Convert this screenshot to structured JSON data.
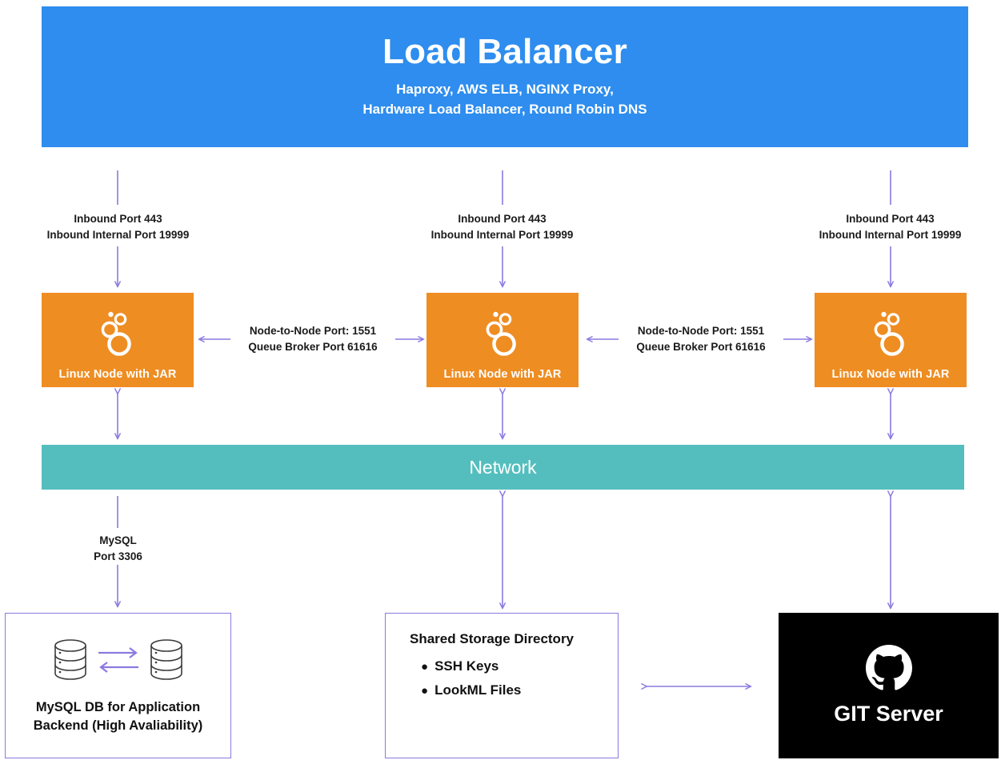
{
  "colors": {
    "blue": "#2E8DEE",
    "orange": "#EE8D22",
    "teal": "#54BEBE",
    "purple": "#8C79E0",
    "black": "#000000",
    "white": "#FFFFFF"
  },
  "load_balancer": {
    "title": "Load Balancer",
    "subtitle_line1": "Haproxy, AWS ELB, NGINX Proxy,",
    "subtitle_line2": "Hardware Load Balancer, Round Robin DNS"
  },
  "inbound_labels": [
    {
      "line1": "Inbound Port 443",
      "line2": "Inbound Internal Port 19999"
    },
    {
      "line1": "Inbound Port 443",
      "line2": "Inbound Internal Port 19999"
    },
    {
      "line1": "Inbound Port 443",
      "line2": "Inbound Internal Port 19999"
    }
  ],
  "nodes": [
    {
      "label": "Linux Node with JAR",
      "icon": "looker-rings-icon"
    },
    {
      "label": "Linux Node with JAR",
      "icon": "looker-rings-icon"
    },
    {
      "label": "Linux Node with JAR",
      "icon": "looker-rings-icon"
    }
  ],
  "node_links": [
    {
      "line1": "Node-to-Node Port: 1551",
      "line2": "Queue Broker Port 61616"
    },
    {
      "line1": "Node-to-Node Port: 1551",
      "line2": "Queue Broker Port 61616"
    }
  ],
  "network": {
    "label": "Network"
  },
  "mysql_link": {
    "line1": "MySQL",
    "line2": "Port 3306"
  },
  "database": {
    "caption_line1": "MySQL DB for Application",
    "caption_line2": "Backend (High Avaliability)",
    "icon_left": "database-cylinder-icon",
    "icon_right": "database-cylinder-icon",
    "replication_icon": "bidirectional-replication-arrows-icon"
  },
  "shared_storage": {
    "title": "Shared Storage Directory",
    "items": [
      {
        "bullet": "●",
        "label": "SSH Keys"
      },
      {
        "bullet": "●",
        "label": "LookML Files"
      }
    ]
  },
  "git_server": {
    "label": "GIT Server",
    "icon": "github-octocat-icon"
  }
}
